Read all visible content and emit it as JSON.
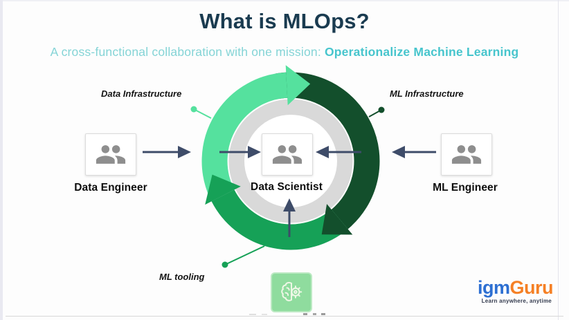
{
  "header": {
    "title": "What is MLOps?",
    "subtitle_regular": "A cross-functional collaboration with one mission: ",
    "subtitle_highlight": "Operationalize Machine Learning",
    "title_color": "#1a3b50",
    "subtitle_color": "#84d4d6",
    "subtitle_highlight_color": "#47c5cd"
  },
  "diagram": {
    "left_role": "Data Engineer",
    "center_role": "Data Scientist",
    "right_role": "ML Engineer",
    "annotations": {
      "top_left": "Data Infrastructure",
      "top_right": "ML Infrastructure",
      "bottom_left": "ML tooling"
    },
    "colors": {
      "mint_arc": "#55e19e",
      "dark_arc": "#134f2c",
      "green_arc": "#16a157",
      "arrow": "#3e4c69",
      "ring_gray": "#d9d9d9",
      "person_icon": "#8e8e8e",
      "brain_tile": "#8fdc9e"
    }
  },
  "footer": {
    "logo_igm": "igm",
    "logo_guru": "Guru",
    "logo_tagline": "Learn anywhere, anytime",
    "logo_igm_color": "#2d6fd2",
    "logo_guru_color": "#f58025"
  }
}
